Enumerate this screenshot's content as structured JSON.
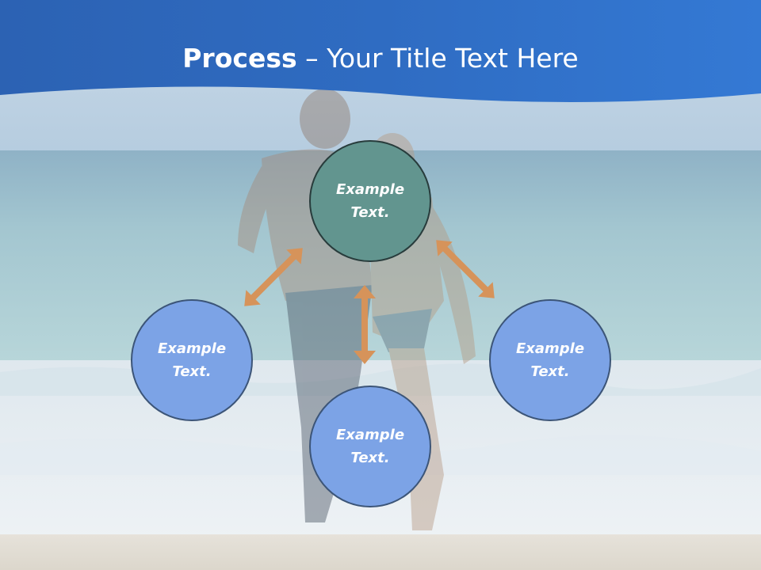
{
  "slide": {
    "title_bold": "Process",
    "title_rest": " – Your Title Text Here"
  },
  "circles": {
    "top": "Example Text.",
    "left": "Example Text.",
    "right": "Example Text.",
    "bottom": "Example Text."
  },
  "colors": {
    "header_blue": "#2f6ec4",
    "top_circle": "#62958f",
    "side_circles": "#7ca3e6",
    "arrows": "#d6935a"
  }
}
